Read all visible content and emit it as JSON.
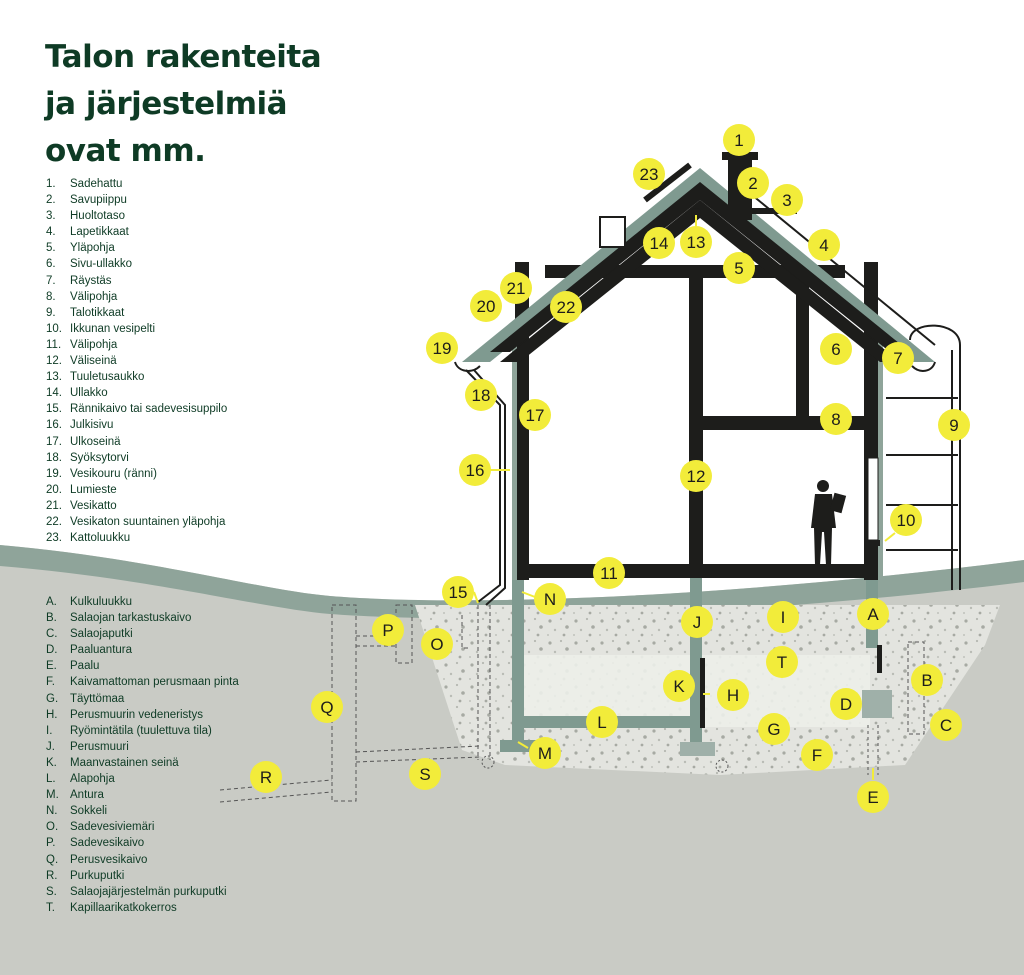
{
  "title": [
    "Talon rakenteita",
    "ja järjestelmiä",
    "ovat mm."
  ],
  "legend_numbers": [
    {
      "key": "1.",
      "label": "Sadehattu"
    },
    {
      "key": "2.",
      "label": "Savupiippu"
    },
    {
      "key": "3.",
      "label": "Huoltotaso"
    },
    {
      "key": "4.",
      "label": "Lapetikkaat"
    },
    {
      "key": "5.",
      "label": "Yläpohja"
    },
    {
      "key": "6.",
      "label": "Sivu-ullakko"
    },
    {
      "key": "7.",
      "label": "Räystäs"
    },
    {
      "key": "8.",
      "label": "Välipohja"
    },
    {
      "key": "9.",
      "label": "Talotikkaat"
    },
    {
      "key": "10.",
      "label": "Ikkunan vesipelti"
    },
    {
      "key": "11.",
      "label": "Välipohja"
    },
    {
      "key": "12.",
      "label": "Väliseinä"
    },
    {
      "key": "13.",
      "label": "Tuuletusaukko"
    },
    {
      "key": "14.",
      "label": "Ullakko"
    },
    {
      "key": "15.",
      "label": "Rännikaivo tai sadevesisuppilo"
    },
    {
      "key": "16.",
      "label": "Julkisivu"
    },
    {
      "key": "17.",
      "label": "Ulkoseinä"
    },
    {
      "key": "18.",
      "label": "Syöksytorvi"
    },
    {
      "key": "19.",
      "label": "Vesikouru (ränni)"
    },
    {
      "key": "20.",
      "label": "Lumieste"
    },
    {
      "key": "21.",
      "label": "Vesikatto"
    },
    {
      "key": "22.",
      "label": "Vesikaton suuntainen yläpohja"
    },
    {
      "key": "23.",
      "label": "Kattoluukku"
    }
  ],
  "legend_letters": [
    {
      "key": "A.",
      "label": "Kulkuluukku"
    },
    {
      "key": "B.",
      "label": "Salaojan tarkastuskaivo"
    },
    {
      "key": "C.",
      "label": "Salaojaputki"
    },
    {
      "key": "D.",
      "label": "Paaluantura"
    },
    {
      "key": "E.",
      "label": "Paalu"
    },
    {
      "key": "F.",
      "label": "Kaivamattoman perusmaan pinta"
    },
    {
      "key": "G.",
      "label": "Täyttömaa"
    },
    {
      "key": "H.",
      "label": "Perusmuurin vedeneristys"
    },
    {
      "key": "I.",
      "label": "Ryömintätila (tuulettuva tila)"
    },
    {
      "key": "J.",
      "label": "Perusmuuri"
    },
    {
      "key": "K.",
      "label": "Maanvastainen seinä"
    },
    {
      "key": "L.",
      "label": "Alapohja"
    },
    {
      "key": "M.",
      "label": "Antura"
    },
    {
      "key": "N.",
      "label": "Sokkeli"
    },
    {
      "key": "O.",
      "label": "Sadevesiviemäri"
    },
    {
      "key": "P.",
      "label": "Sadevesikaivo"
    },
    {
      "key": "Q.",
      "label": "Perusvesikaivo"
    },
    {
      "key": "R.",
      "label": "Purkuputki"
    },
    {
      "key": "S.",
      "label": "Salaojajärjestelmän purkuputki"
    },
    {
      "key": "T.",
      "label": "Kapillaarikatkokerros"
    }
  ],
  "badges": [
    "1",
    "2",
    "3",
    "4",
    "5",
    "6",
    "7",
    "8",
    "9",
    "10",
    "11",
    "12",
    "13",
    "14",
    "15",
    "16",
    "17",
    "18",
    "19",
    "20",
    "21",
    "22",
    "23",
    "A",
    "B",
    "C",
    "D",
    "E",
    "F",
    "G",
    "H",
    "I",
    "J",
    "K",
    "L",
    "M",
    "N",
    "O",
    "P",
    "Q",
    "R",
    "S",
    "T"
  ],
  "colors": {
    "title": "#0e3b25",
    "structure": "#1d1d1b",
    "roof": "#7f9a90",
    "ground": "#c9cbc5",
    "gravel": "#e3e4df",
    "badge": "#f2ec3a"
  },
  "icons": {
    "person": "person-with-clipboard-icon"
  }
}
